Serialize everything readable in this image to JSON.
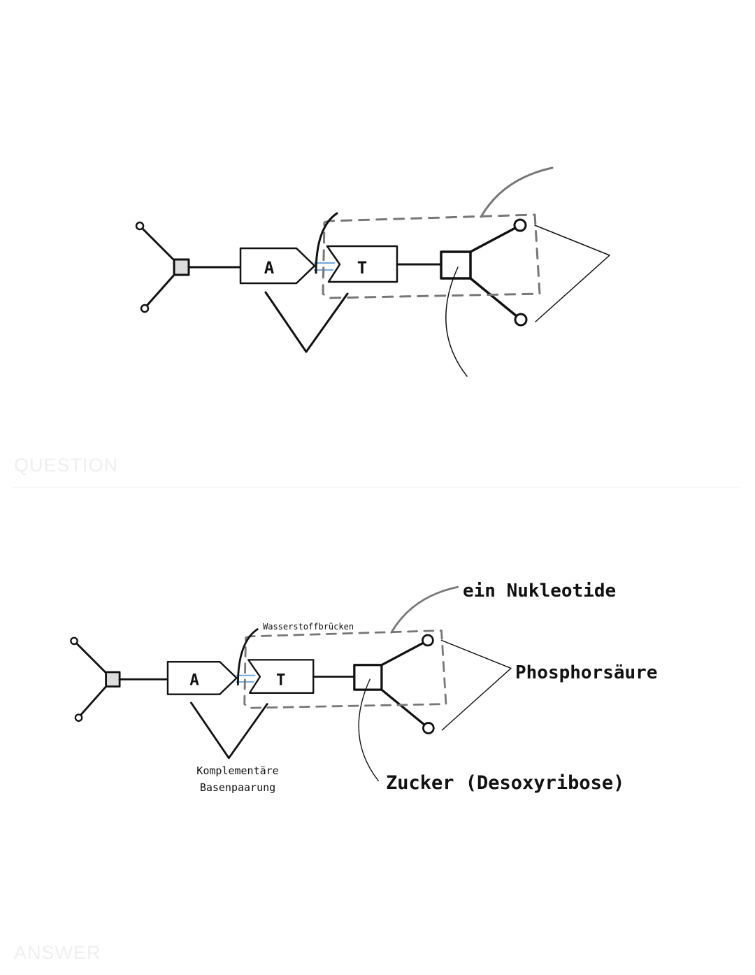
{
  "sections": {
    "question": "QUESTION",
    "answer": "ANSWER"
  },
  "diagram": {
    "base_left": "A",
    "base_right": "T"
  },
  "labels": {
    "nucleotide": "ein Nukleotide",
    "phosphate": "Phosphorsäure",
    "sugar": "Zucker (Desoxyribose)",
    "hydrogen_bonds": "Wasserstoffbrücken",
    "pairing_line1": "Komplementäre",
    "pairing_line2": "Basenpaarung"
  },
  "colors": {
    "ink": "#111111",
    "dashed": "#777777",
    "hbond": "#6fa8dc",
    "sugar_fill": "#dddddd"
  }
}
